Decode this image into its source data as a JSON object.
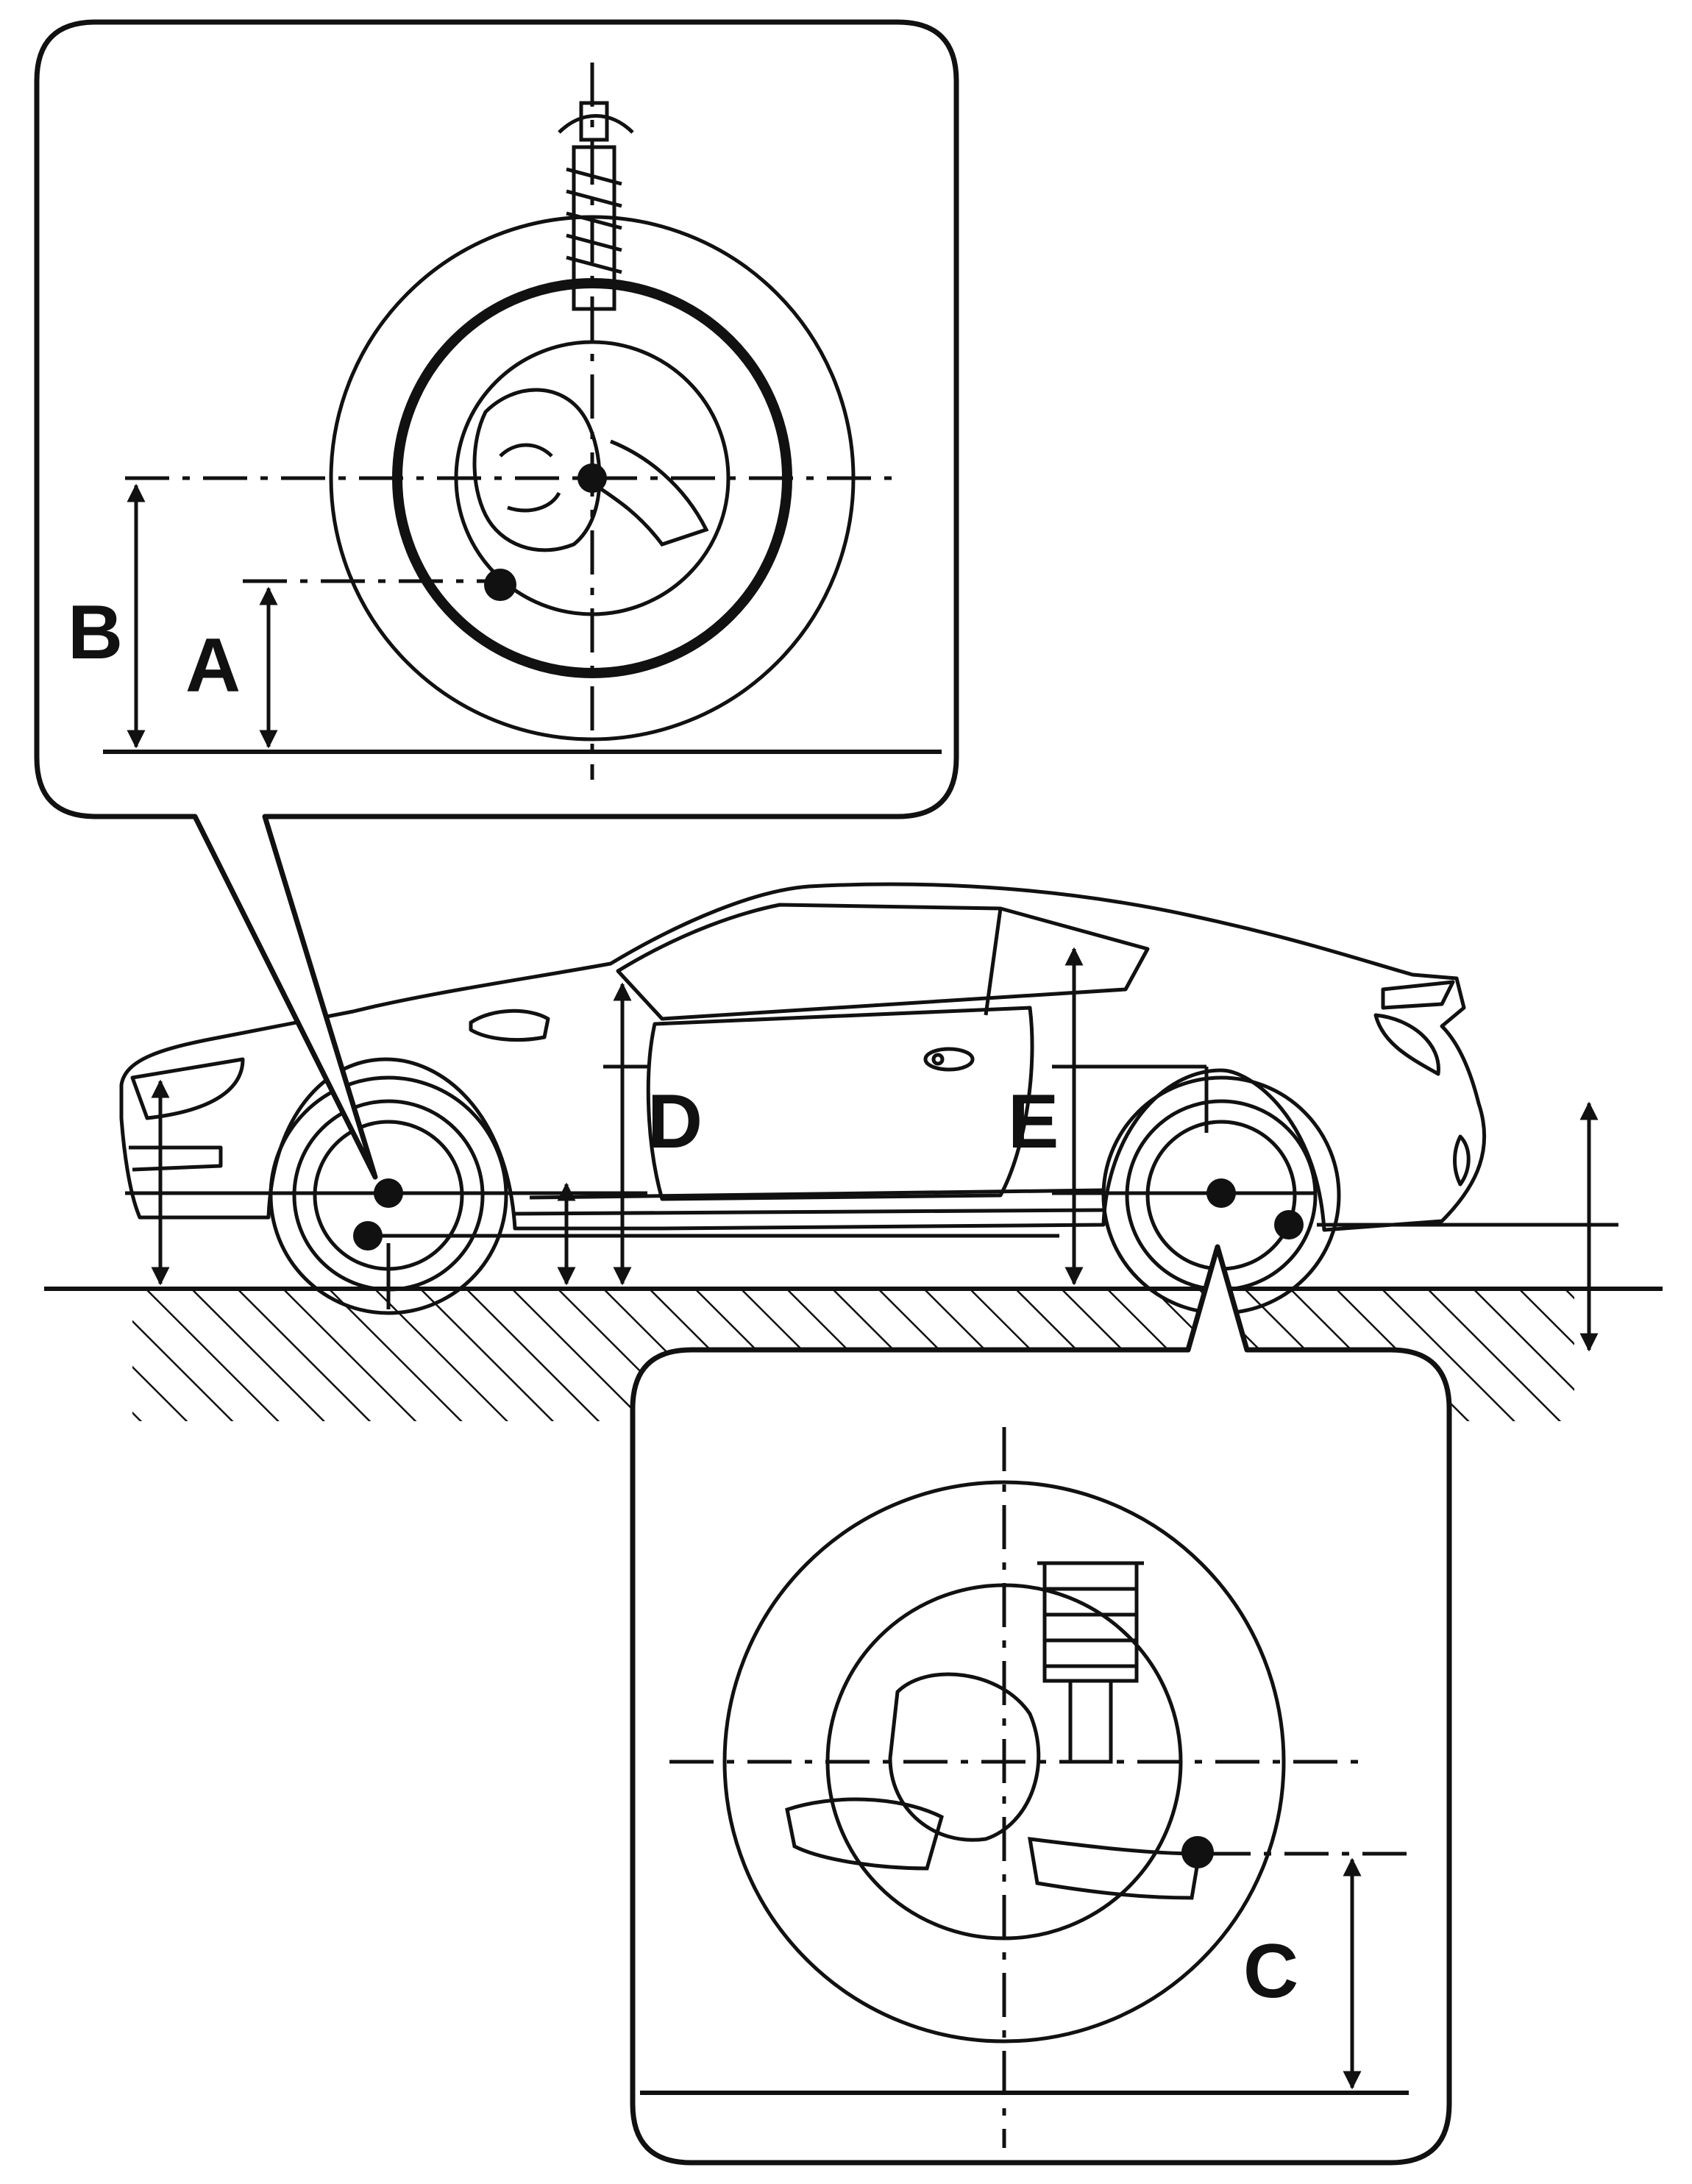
{
  "labels": {
    "a": "A",
    "b": "B",
    "c": "C",
    "d": "D",
    "e": "E"
  },
  "colors": {
    "line": "#111111",
    "background": "#ffffff"
  }
}
